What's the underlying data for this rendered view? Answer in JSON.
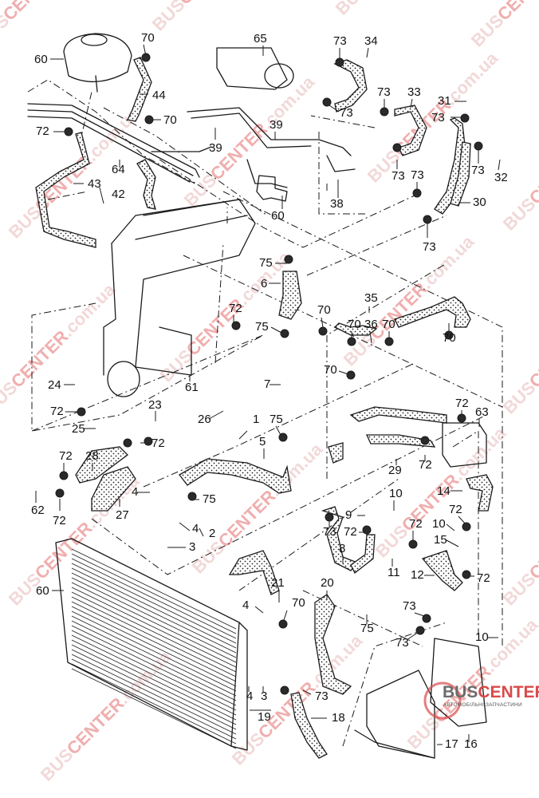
{
  "diagram": {
    "title": "Engine cooling system – coolant hoses exploded view",
    "callouts": [
      {
        "id": "60a",
        "text": "60"
      },
      {
        "id": "70a",
        "text": "70"
      },
      {
        "id": "44",
        "text": "44"
      },
      {
        "id": "70b",
        "text": "70"
      },
      {
        "id": "72a",
        "text": "72"
      },
      {
        "id": "64",
        "text": "64"
      },
      {
        "id": "43",
        "text": "43"
      },
      {
        "id": "42",
        "text": "42"
      },
      {
        "id": "65",
        "text": "65"
      },
      {
        "id": "39a",
        "text": "39"
      },
      {
        "id": "39b",
        "text": "39"
      },
      {
        "id": "60b",
        "text": "60"
      },
      {
        "id": "38",
        "text": "38"
      },
      {
        "id": "73a",
        "text": "73"
      },
      {
        "id": "34",
        "text": "34"
      },
      {
        "id": "73b",
        "text": "73"
      },
      {
        "id": "73c",
        "text": "73"
      },
      {
        "id": "33",
        "text": "33"
      },
      {
        "id": "73d",
        "text": "73"
      },
      {
        "id": "31",
        "text": "31"
      },
      {
        "id": "73e",
        "text": "73"
      },
      {
        "id": "73f",
        "text": "73"
      },
      {
        "id": "32",
        "text": "32"
      },
      {
        "id": "73g",
        "text": "73"
      },
      {
        "id": "30",
        "text": "30"
      },
      {
        "id": "73h",
        "text": "73"
      },
      {
        "id": "75a",
        "text": "75"
      },
      {
        "id": "6",
        "text": "6"
      },
      {
        "id": "75b",
        "text": "75"
      },
      {
        "id": "72b",
        "text": "72"
      },
      {
        "id": "35",
        "text": "35"
      },
      {
        "id": "70c",
        "text": "70"
      },
      {
        "id": "70d",
        "text": "70"
      },
      {
        "id": "36",
        "text": "36"
      },
      {
        "id": "70e",
        "text": "70"
      },
      {
        "id": "70f",
        "text": "70"
      },
      {
        "id": "70g",
        "text": "70"
      },
      {
        "id": "24",
        "text": "24"
      },
      {
        "id": "61",
        "text": "61"
      },
      {
        "id": "7",
        "text": "7"
      },
      {
        "id": "72c",
        "text": "72"
      },
      {
        "id": "23",
        "text": "23"
      },
      {
        "id": "26",
        "text": "26"
      },
      {
        "id": "25",
        "text": "25"
      },
      {
        "id": "72d",
        "text": "72"
      },
      {
        "id": "1",
        "text": "1"
      },
      {
        "id": "75c",
        "text": "75"
      },
      {
        "id": "5",
        "text": "5"
      },
      {
        "id": "72e",
        "text": "72"
      },
      {
        "id": "63",
        "text": "63"
      },
      {
        "id": "72f",
        "text": "72"
      },
      {
        "id": "29",
        "text": "29"
      },
      {
        "id": "28",
        "text": "28"
      },
      {
        "id": "72g",
        "text": "72"
      },
      {
        "id": "27",
        "text": "27"
      },
      {
        "id": "62",
        "text": "62"
      },
      {
        "id": "72h",
        "text": "72"
      },
      {
        "id": "4a",
        "text": "4"
      },
      {
        "id": "75d",
        "text": "75"
      },
      {
        "id": "4b",
        "text": "4"
      },
      {
        "id": "2",
        "text": "2"
      },
      {
        "id": "3a",
        "text": "3"
      },
      {
        "id": "14",
        "text": "14"
      },
      {
        "id": "10a",
        "text": "10"
      },
      {
        "id": "9",
        "text": "9"
      },
      {
        "id": "73i",
        "text": "73"
      },
      {
        "id": "72i",
        "text": "72"
      },
      {
        "id": "8",
        "text": "8"
      },
      {
        "id": "72j",
        "text": "72"
      },
      {
        "id": "11",
        "text": "11"
      },
      {
        "id": "72k",
        "text": "72"
      },
      {
        "id": "10b",
        "text": "10"
      },
      {
        "id": "15",
        "text": "15"
      },
      {
        "id": "12",
        "text": "12"
      },
      {
        "id": "72l",
        "text": "72"
      },
      {
        "id": "60c",
        "text": "60"
      },
      {
        "id": "21",
        "text": "21"
      },
      {
        "id": "20",
        "text": "20"
      },
      {
        "id": "4c",
        "text": "4"
      },
      {
        "id": "70h",
        "text": "70"
      },
      {
        "id": "75e",
        "text": "75"
      },
      {
        "id": "73j",
        "text": "73"
      },
      {
        "id": "73k",
        "text": "73"
      },
      {
        "id": "10c",
        "text": "10"
      },
      {
        "id": "73l",
        "text": "73"
      },
      {
        "id": "4d",
        "text": "4"
      },
      {
        "id": "3b",
        "text": "3"
      },
      {
        "id": "19",
        "text": "19"
      },
      {
        "id": "18",
        "text": "18"
      },
      {
        "id": "17",
        "text": "17"
      },
      {
        "id": "16",
        "text": "16"
      }
    ]
  },
  "watermark": {
    "prefix": "BUS",
    "accent": "CENTER",
    "suffix": ".com.ua",
    "accent_color": "#e56d6d",
    "base_color": "#e8b9b9"
  },
  "logo": {
    "main_prefix": "BUS",
    "main_accent": "CENTER",
    "subtitle": "АВТОМОБІЛЬНІ ЗАПЧАСТИНИ",
    "accent_color": "#d94a4a"
  }
}
